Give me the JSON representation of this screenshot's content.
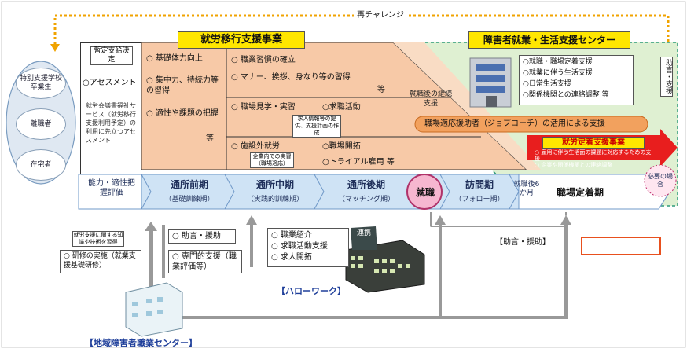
{
  "top_challenge": "再チャレンジ",
  "left_oval": {
    "items": [
      "特別支援学校卒業生",
      "離職者",
      "在宅者"
    ]
  },
  "assessment": {
    "provisional": "暫定支給決定",
    "assessment_label": "○アセスメント",
    "assessment_desc": "就労会議書福祉サービス（就労移行支援利用予定）の利用に先立つアセスメント"
  },
  "main_program": {
    "title": "就労移行支援事業",
    "col1": [
      "○ 基礎体力向上",
      "○ 集中力、持続力等の習得",
      "○ 適性や課題の把握"
    ],
    "col1_tail": "等",
    "col2_top": [
      "○ 職業習慣の確立",
      "○ マナー、挨拶、身なり等の習得"
    ],
    "col2_top_tail": "等",
    "col2_mid": [
      "○ 職場見学・実習",
      "○求職活動"
    ],
    "col2_mid_note": "求人情報等の提供、支援計画の作成",
    "col2_bot": [
      "○ 施設外就労",
      "○職場開拓",
      "○トライアル雇用 等"
    ],
    "col2_bot_note": "企業内での実習（職場適応）",
    "after_support": "就職後の継続支援"
  },
  "center": {
    "title": "障害者就業・生活支援センター",
    "items": [
      "○就職・職場定着支援",
      "○就業に伴う生活支援",
      "○日常生活支援",
      "○関係機関との連絡調整 等"
    ],
    "side_note": "助言・支援"
  },
  "jobcoach_bar": "職場適応援助者（ジョブコーチ）の活用による支援",
  "retention": {
    "title": "就労定着支援事業",
    "items": [
      "○ 雇用に伴う生活面の課題に対応するための支援",
      "○ 企業や関係機関との連絡調整"
    ]
  },
  "phase_row": {
    "first": "能力・適性把握評価",
    "phases": [
      {
        "name": "通所前期",
        "sub": "（基礎訓練期）"
      },
      {
        "name": "通所中期",
        "sub": "（実践的訓練期）"
      },
      {
        "name": "通所後期",
        "sub": "（マッチング期）"
      }
    ],
    "employment": "就職",
    "followup": {
      "name": "訪問期",
      "sub": "（フォロー期）"
    },
    "six_month": "就職後6か月",
    "retention_period": "職場定着期",
    "necessary": "必要の場合"
  },
  "support_note": "【助言・援助】",
  "hellowork": {
    "items": [
      "○ 職業紹介",
      "○ 求職活動支援",
      "○ 求人開拓"
    ],
    "label": "【ハローワーク】",
    "link": "連携"
  },
  "regional_center": {
    "label": "【地域障害者職業センター】",
    "items_right": [
      "○ 助言・援助",
      "○ 専門的支援（職業評価等）"
    ],
    "item_left": "○ 研修の実施（就業支援基礎研修）",
    "note_left": "就労支援に関する知識や技術を習得"
  }
}
